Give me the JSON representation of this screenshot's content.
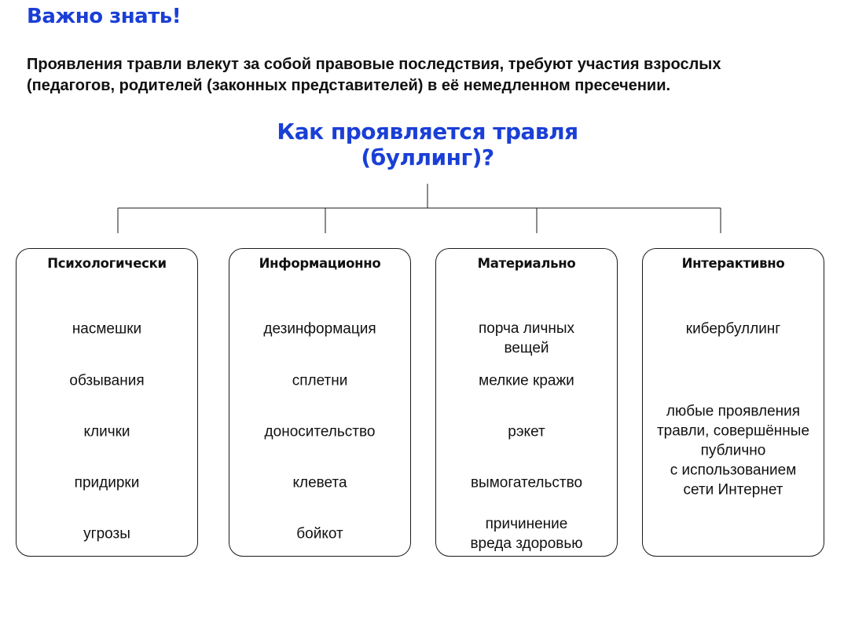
{
  "heading": "Важно знать!",
  "intro": "Проявления травли влекут за собой правовые последствия, требуют участия взрослых (педагогов, родителей (законных представителей) в её немедленном пресечении.",
  "diagram": {
    "title_lines": [
      "Как проявляется травля",
      "(буллинг)?"
    ],
    "categories": [
      {
        "title": "Психологически",
        "items": [
          {
            "lines": [
              "насмешки"
            ]
          },
          {
            "lines": [
              "обзывания"
            ]
          },
          {
            "lines": [
              "клички"
            ]
          },
          {
            "lines": [
              "придирки"
            ]
          },
          {
            "lines": [
              "угрозы"
            ]
          }
        ]
      },
      {
        "title": "Информационно",
        "items": [
          {
            "lines": [
              "дезинформация"
            ]
          },
          {
            "lines": [
              "сплетни"
            ]
          },
          {
            "lines": [
              "доносительство"
            ]
          },
          {
            "lines": [
              "клевета"
            ]
          },
          {
            "lines": [
              "бойкот"
            ]
          }
        ]
      },
      {
        "title": "Материально",
        "items": [
          {
            "lines": [
              "порча личных",
              "вещей"
            ]
          },
          {
            "lines": [
              "мелкие кражи"
            ]
          },
          {
            "lines": [
              "рэкет"
            ]
          },
          {
            "lines": [
              "вымогательство"
            ]
          },
          {
            "lines": [
              "причинение",
              "вреда здоровью"
            ]
          }
        ]
      },
      {
        "title": "Интерактивно",
        "items": [
          {
            "lines": [
              "кибербуллинг"
            ]
          },
          {
            "lines": [
              "любые проявления",
              "травли, совершённые",
              "публично",
              "с использованием",
              "сети Интернет"
            ]
          }
        ]
      }
    ]
  },
  "colors": {
    "accent": "#1a3fd6",
    "text": "#111111",
    "line": "#1a1a1a"
  }
}
